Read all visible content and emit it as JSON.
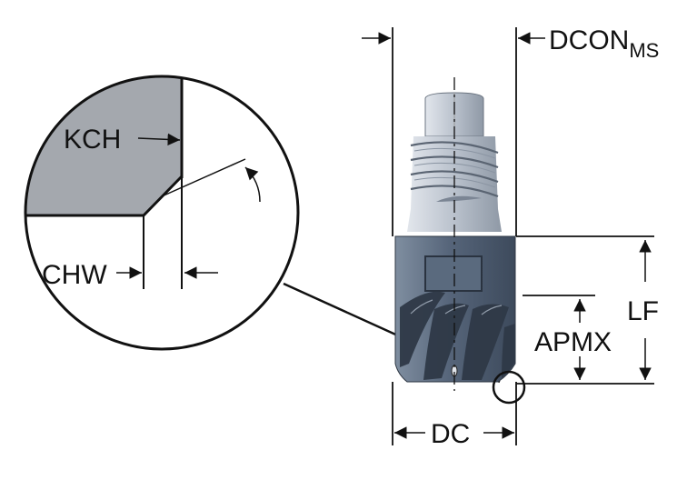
{
  "diagram": {
    "labels": {
      "kch": "KCH",
      "chw": "CHW",
      "dcon_main": "DCON",
      "dcon_sub": "MS",
      "lf": "LF",
      "apmx": "APMX",
      "dc": "DC"
    },
    "colors": {
      "chamfer_fill": "#a4a8ae",
      "body_dark": "#58677a",
      "shank_light": "#c9cfd7",
      "flute_dark": "#323c4a",
      "detail_ring": "#111111"
    }
  }
}
